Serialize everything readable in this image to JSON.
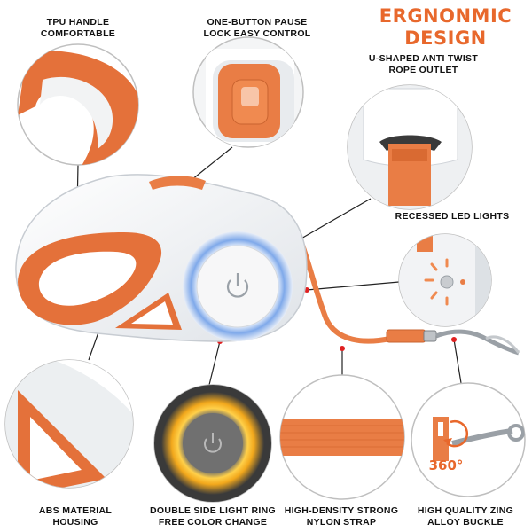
{
  "title": "ERGNONMIC\nDESIGN",
  "labels": {
    "tpu_handle": "TPU HANDLE\nCOMFORTABLE",
    "one_button": "ONE-BUTTON PAUSE\nLOCK EASY CONTROL",
    "u_shaped": "U-SHAPED ANTI TWIST\nROPE OUTLET",
    "led_lights": "RECESSED LED LIGHTS",
    "abs_housing": "ABS MATERIAL\nHOUSING",
    "light_ring": "DOUBLE SIDE LIGHT RING\nFREE COLOR CHANGE",
    "nylon_strap": "HIGH-DENSITY STRONG\nNYLON STRAP",
    "alloy_buckle": "HIGH QUALITY ZING\nALLOY BUCKLE"
  },
  "badge_360": "360°",
  "colors": {
    "accent": "#e8682c",
    "leash_orange": "#e97d45",
    "housing_white": "#f2f3f4",
    "ring_blue": "#6f9de0",
    "ring_yellow": "#f2b12a",
    "pointer_red": "#e02020"
  },
  "icons": [
    "power-icon",
    "led-sun-icon",
    "rotate-arrow-icon"
  ]
}
